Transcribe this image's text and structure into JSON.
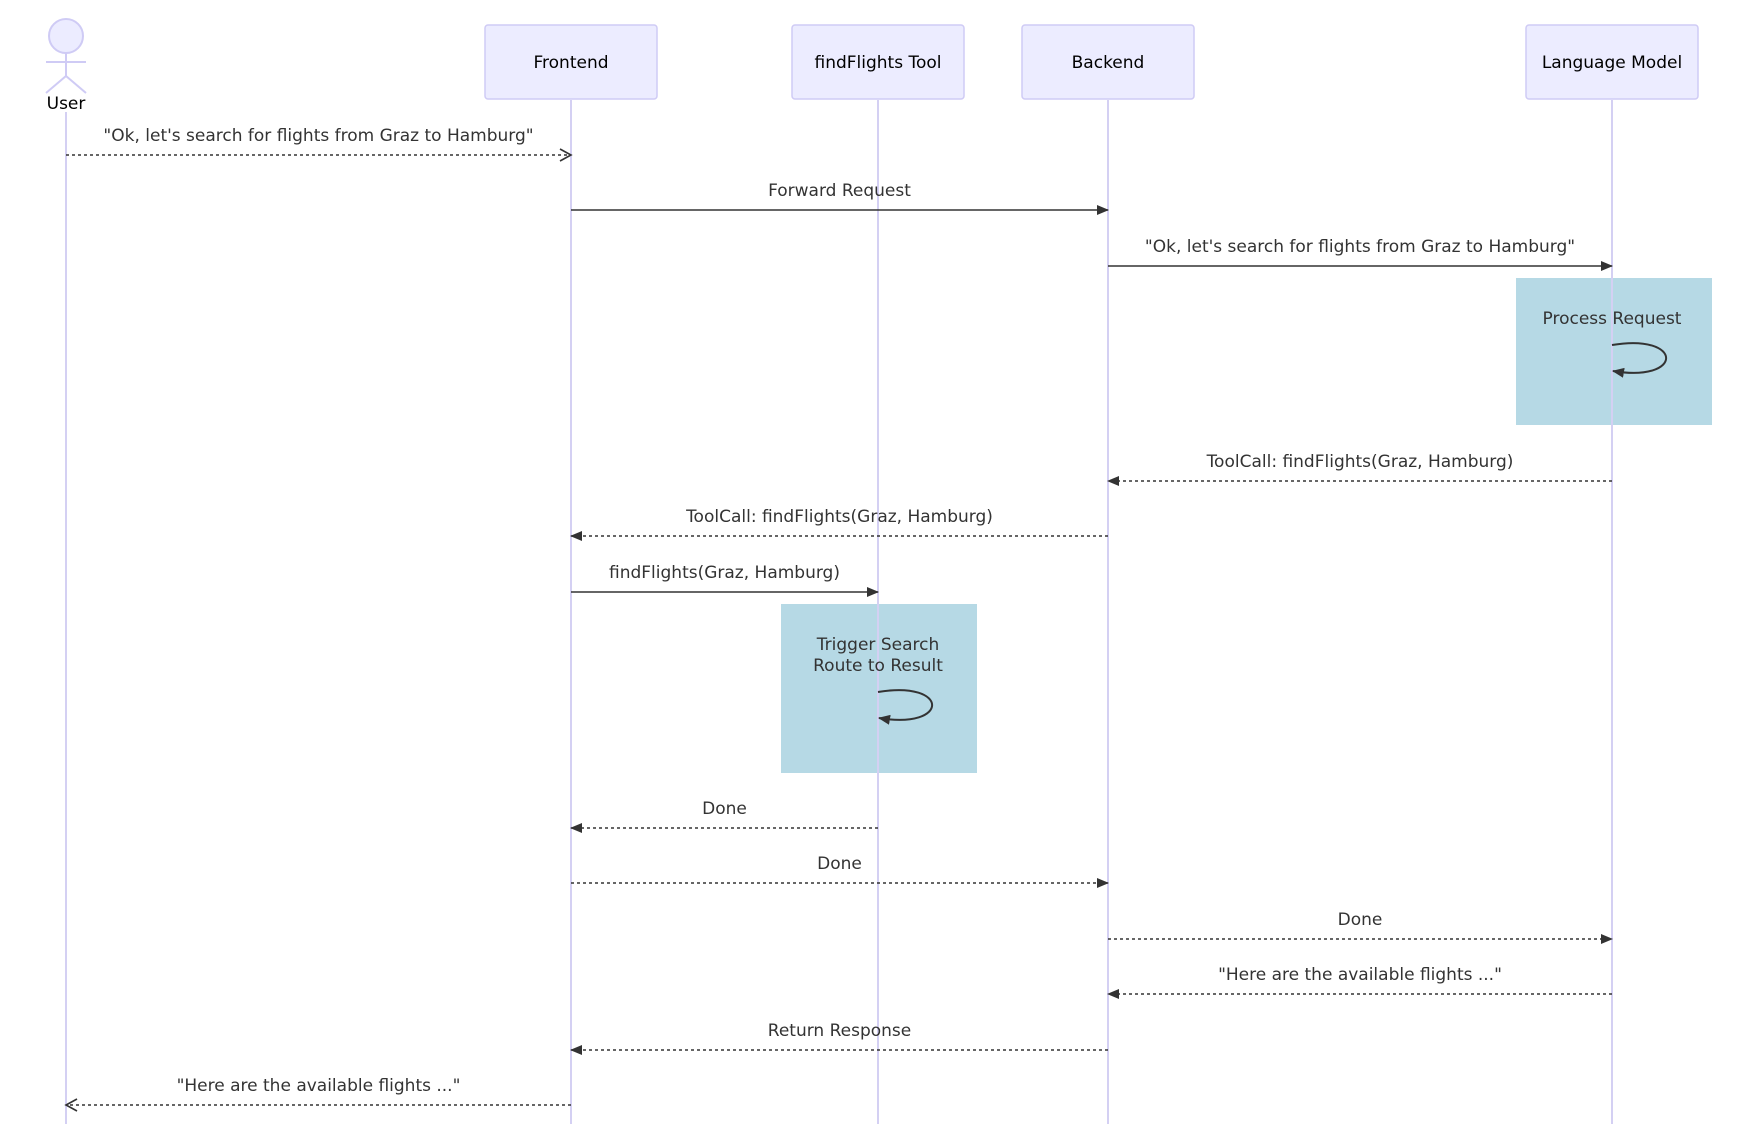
{
  "colors": {
    "actor_fill": "#ECECFF",
    "actor_stroke": "#CFCBF5",
    "lifeline": "#D4D0F3",
    "arrow": "#333333",
    "note_fill": "#B6D9E5",
    "background": "#ffffff"
  },
  "participants": [
    {
      "id": "user",
      "label": "User",
      "kind": "person"
    },
    {
      "id": "frontend",
      "label": "Frontend",
      "kind": "box"
    },
    {
      "id": "tool",
      "label": "findFlights Tool",
      "kind": "box"
    },
    {
      "id": "backend",
      "label": "Backend",
      "kind": "box"
    },
    {
      "id": "llm",
      "label": "Language Model",
      "kind": "box"
    }
  ],
  "messages": [
    {
      "from": "user",
      "to": "frontend",
      "label": "\"Ok, let's search for flights from Graz to Hamburg\"",
      "style": "dashed",
      "head": "open"
    },
    {
      "from": "frontend",
      "to": "backend",
      "label": "Forward Request",
      "style": "solid",
      "head": "filled"
    },
    {
      "from": "backend",
      "to": "llm",
      "label": "\"Ok, let's search for flights from Graz to Hamburg\"",
      "style": "solid",
      "head": "filled"
    },
    {
      "self": "llm",
      "lines": [
        "Process Request"
      ]
    },
    {
      "from": "llm",
      "to": "backend",
      "label": "ToolCall: findFlights(Graz, Hamburg)",
      "style": "dashed",
      "head": "filled"
    },
    {
      "from": "backend",
      "to": "frontend",
      "label": "ToolCall: findFlights(Graz, Hamburg)",
      "style": "dashed",
      "head": "filled"
    },
    {
      "from": "frontend",
      "to": "tool",
      "label": "findFlights(Graz, Hamburg)",
      "style": "solid",
      "head": "filled"
    },
    {
      "self": "tool",
      "lines": [
        "Trigger Search",
        "Route to Result"
      ]
    },
    {
      "from": "tool",
      "to": "frontend",
      "label": "Done",
      "style": "dashed",
      "head": "filled"
    },
    {
      "from": "frontend",
      "to": "backend",
      "label": "Done",
      "style": "dashed",
      "head": "filled"
    },
    {
      "from": "backend",
      "to": "llm",
      "label": "Done",
      "style": "dashed",
      "head": "filled"
    },
    {
      "from": "llm",
      "to": "backend",
      "label": "\"Here are the available flights ...\"",
      "style": "dashed",
      "head": "filled"
    },
    {
      "from": "backend",
      "to": "frontend",
      "label": "Return Response",
      "style": "dashed",
      "head": "filled"
    },
    {
      "from": "frontend",
      "to": "user",
      "label": "\"Here are the available flights ...\"",
      "style": "dashed",
      "head": "open"
    }
  ]
}
